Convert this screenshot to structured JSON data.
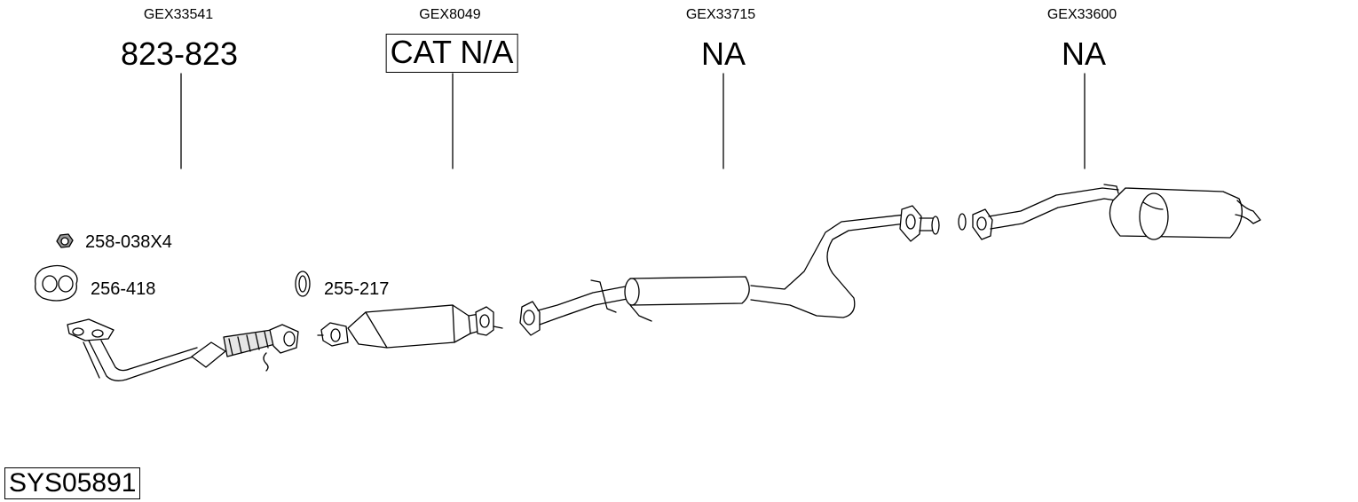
{
  "columns": [
    {
      "ref": "GEX33541",
      "part": "823-823",
      "boxed": false
    },
    {
      "ref": "GEX8049",
      "part": "CAT N/A",
      "boxed": true
    },
    {
      "ref": "GEX33715",
      "part": "NA",
      "boxed": false
    },
    {
      "ref": "GEX33600",
      "part": "NA",
      "boxed": false
    }
  ],
  "accessories": {
    "nut": "258-038X4",
    "gasket": "256-418",
    "ring": "255-217"
  },
  "system_code": "SYS05891"
}
